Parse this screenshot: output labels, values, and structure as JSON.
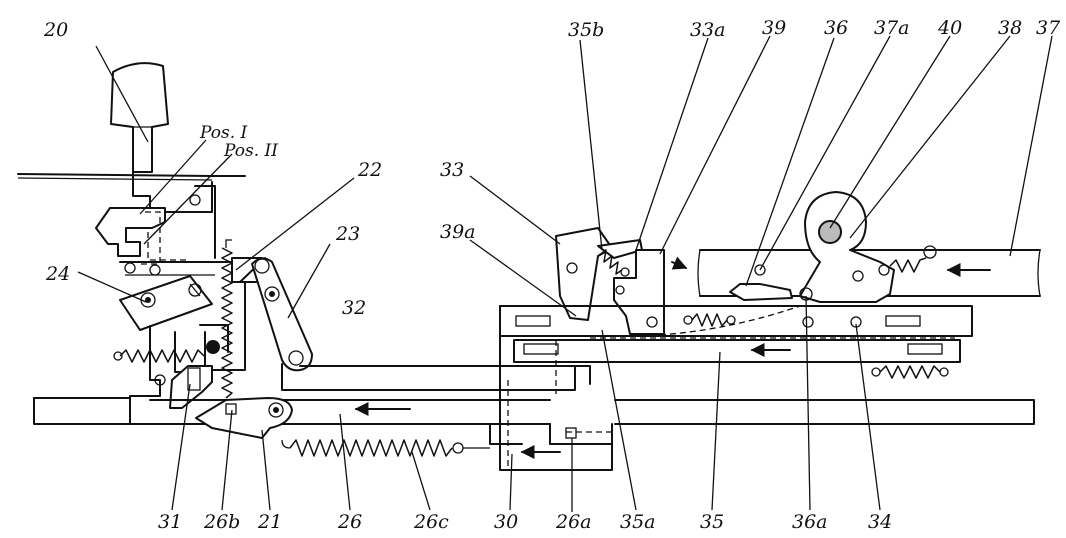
{
  "labels": {
    "l20": "20",
    "posI": "Pos. I",
    "posII": "Pos. II",
    "l22": "22",
    "l23": "23",
    "l24": "24",
    "l32": "32",
    "l33": "33",
    "l39a": "39a",
    "l35b": "35b",
    "l33a": "33a",
    "l39": "39",
    "l36": "36",
    "l37a": "37a",
    "l40": "40",
    "l38": "38",
    "l37": "37",
    "l31": "31",
    "l26b": "26b",
    "l21": "21",
    "l26": "26",
    "l26c": "26c",
    "l30": "30",
    "l26a": "26a",
    "l35a": "35a",
    "l35": "35",
    "l36a": "36a",
    "l34": "34"
  }
}
